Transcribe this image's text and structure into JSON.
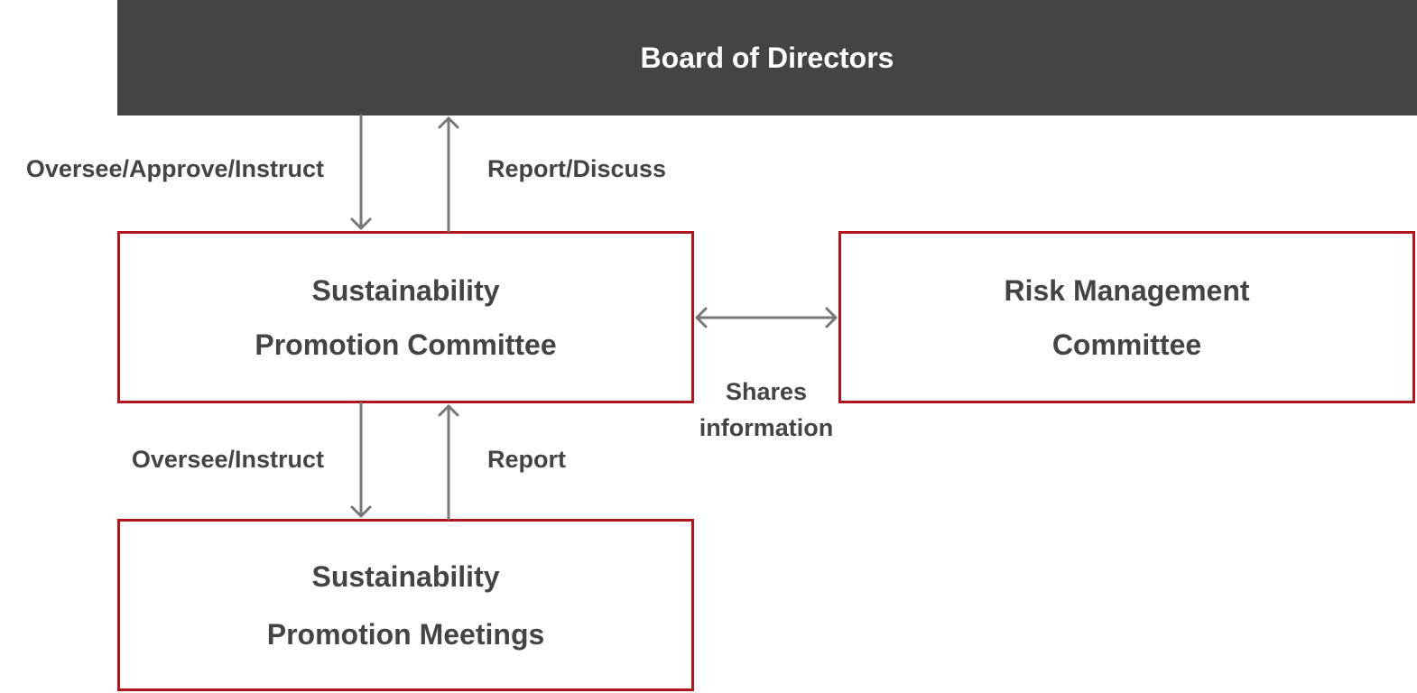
{
  "board": {
    "title": "Board of Directors"
  },
  "nodes": {
    "sustainability_committee": {
      "line1": "Sustainability",
      "line2": "Promotion Committee"
    },
    "risk_committee": {
      "line1": "Risk Management",
      "line2": "Committee"
    },
    "sustainability_meetings": {
      "line1": "Sustainability",
      "line2": "Promotion Meetings"
    }
  },
  "edges": {
    "board_to_committee": "Oversee/Approve/Instruct",
    "committee_to_board": "Report/Discuss",
    "committee_to_meetings": "Oversee/Instruct",
    "meetings_to_committee": "Report",
    "committee_risk_share": {
      "line1": "Shares",
      "line2": "information"
    }
  },
  "colors": {
    "board_fill": "#444444",
    "box_border": "#b0141c",
    "arrow": "#777777",
    "text": "#444444"
  }
}
